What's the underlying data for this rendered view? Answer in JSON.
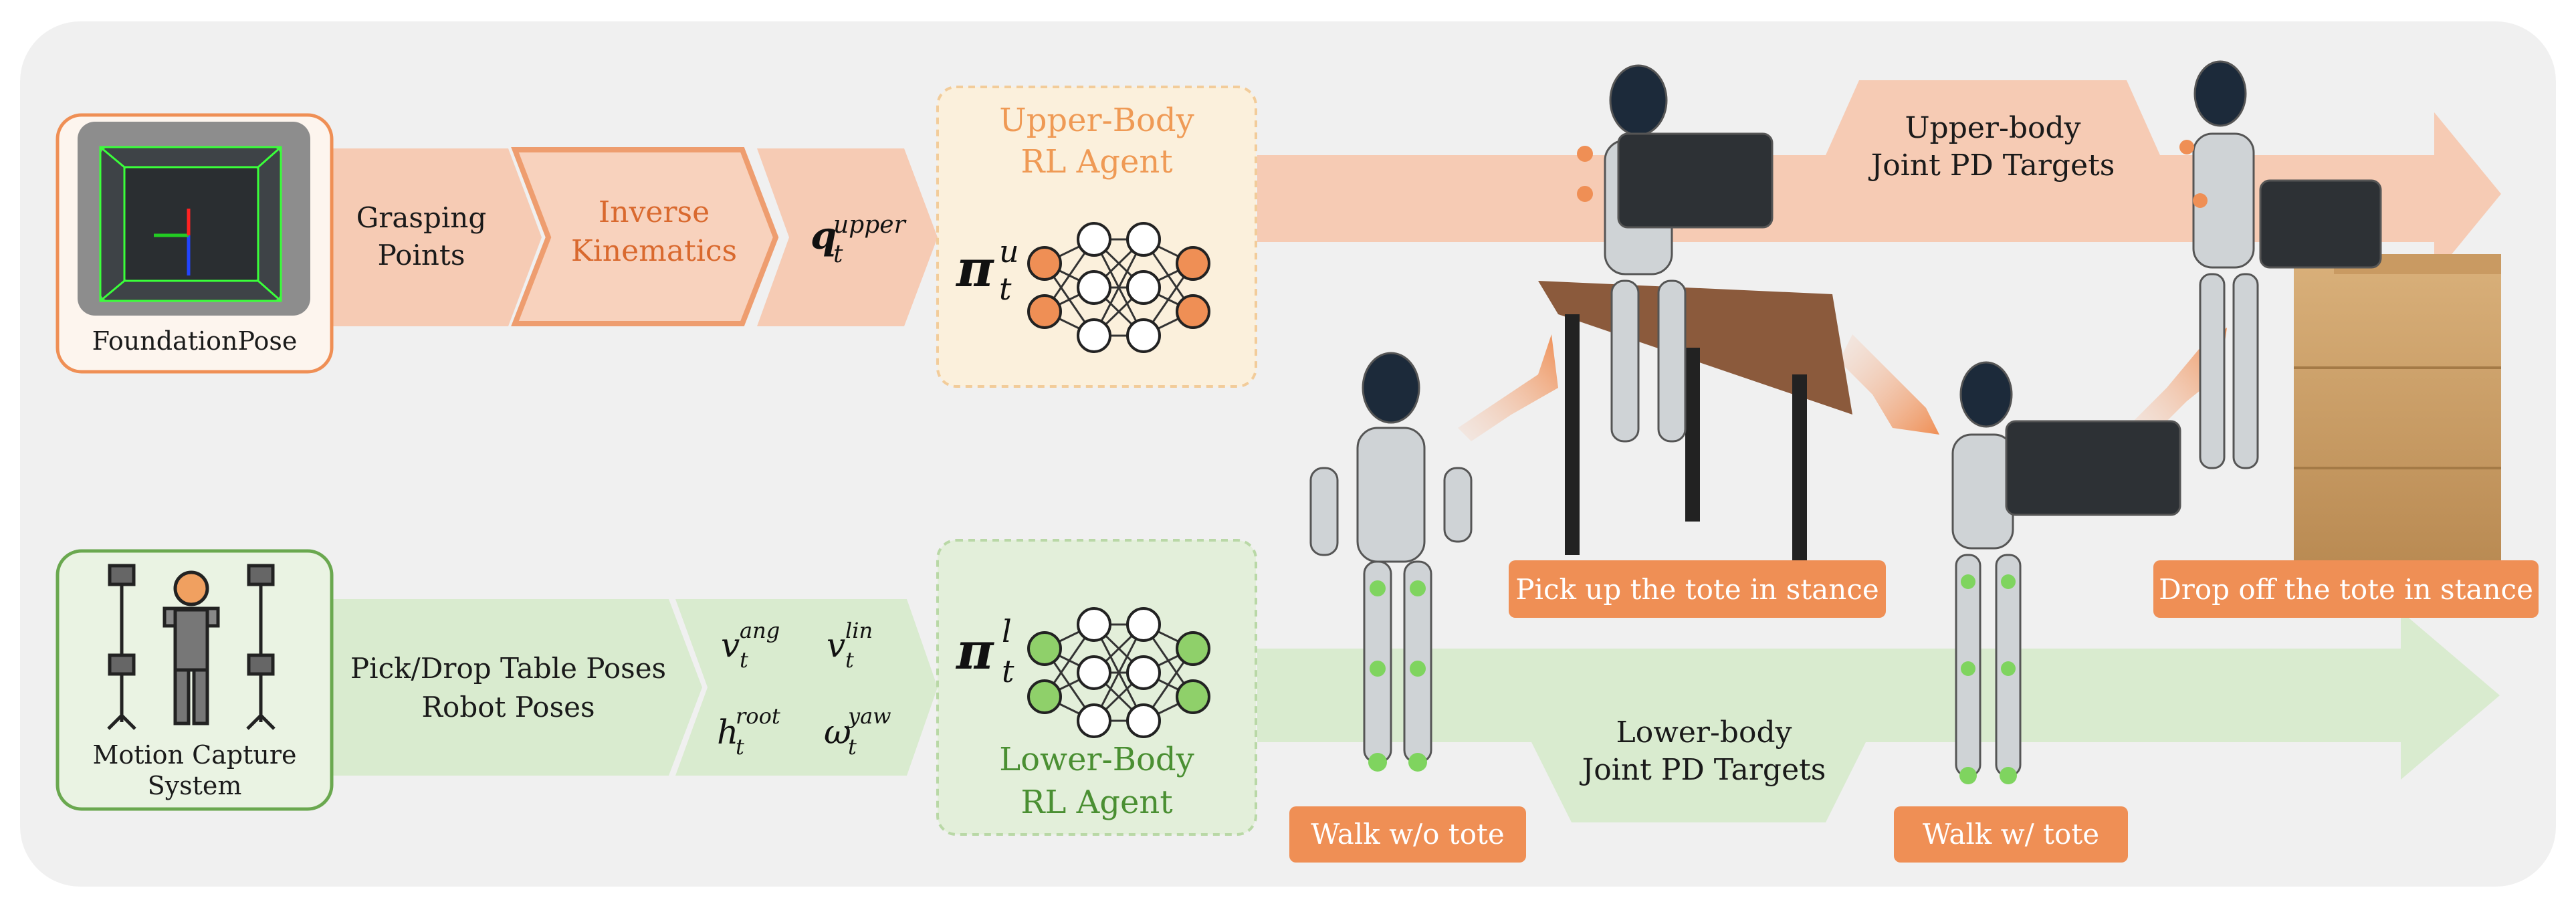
{
  "colors": {
    "background": "#f0f0f0",
    "upper_stream": "#f6cbb4",
    "upper_stream_dark": "#ee9d6f",
    "lower_stream": "#d9ebcf",
    "orange": "#ef8f55",
    "orange_text": "#d9692e",
    "green": "#6aa84f",
    "green_text": "#4a8f32",
    "upper_agent_bg": "#fbf0dc",
    "lower_agent_bg": "#e3efda"
  },
  "upper": {
    "source_label": "FoundationPose",
    "grasp_label_1": "Grasping",
    "grasp_label_2": "Points",
    "ik_label_1": "Inverse",
    "ik_label_2": "Kinematics",
    "q_symbol": "q",
    "q_sub": "t",
    "q_sup": "upper",
    "agent_title_1": "Upper-Body",
    "agent_title_2": "RL Agent",
    "pi_symbol": "π",
    "pi_sub": "t",
    "pi_sup": "u",
    "targets_1": "Upper-body",
    "targets_2": "Joint PD Targets"
  },
  "lower": {
    "source_label_1": "Motion Capture",
    "source_label_2": "System",
    "poses_1": "Pick/Drop Table Poses",
    "poses_2": "Robot Poses",
    "v_symbol": "v",
    "omega_symbol": "ω",
    "h_symbol": "h",
    "sub_t": "t",
    "sup_ang": "ang",
    "sup_lin": "lin",
    "sup_root": "root",
    "sup_yaw": "yaw",
    "agent_title_1": "Lower-Body",
    "agent_title_2": "RL Agent",
    "pi_symbol": "π",
    "pi_sub": "t",
    "pi_sup": "l",
    "targets_1": "Lower-body",
    "targets_2": "Joint PD Targets"
  },
  "stages": {
    "pick_up": "Pick up the tote in stance",
    "drop_off": "Drop off the tote in stance",
    "walk_without": "Walk w/o tote",
    "walk_with": "Walk w/ tote"
  }
}
